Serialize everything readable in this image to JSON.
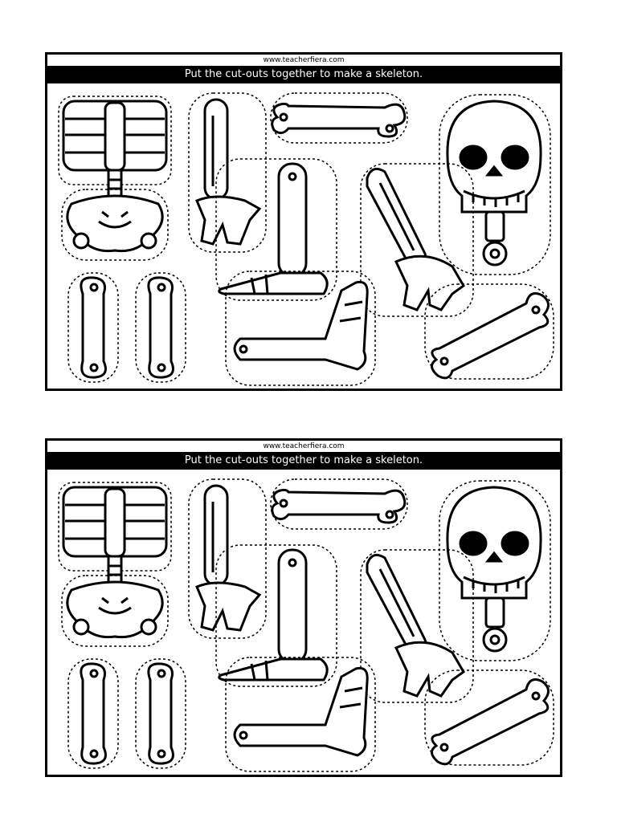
{
  "worksheets": [
    {
      "url": "www.teacherfiera.com",
      "title": "Put the cut-outs together to make a skeleton."
    },
    {
      "url": "www.teacherfiera.com",
      "title": "Put the cut-outs together to make a skeleton."
    }
  ],
  "colors": {
    "ink": "#000000",
    "paper": "#ffffff"
  }
}
